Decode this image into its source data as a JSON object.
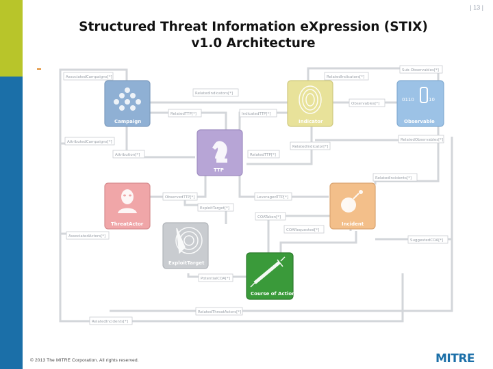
{
  "header": {
    "page_number": "| 13 |",
    "title_line1": "Structured Threat Information eXpression (STIX)",
    "title_line2": "v1.0 Architecture"
  },
  "footer": {
    "copyright": "© 2013 The MITRE Corporation. All rights reserved.",
    "logo_text": "MITRE"
  },
  "colors": {
    "campaign": "#8fb0d4",
    "indicator": "#e8e29a",
    "observable": "#9cc2e6",
    "ttp": "#b7a5d6",
    "threat_actor": "#f0a6a8",
    "incident": "#f3bf8a",
    "exploit_target": "#c9ccd0",
    "course_of_action": "#3a9a3a"
  },
  "nodes": {
    "campaign": "Campaign",
    "indicator": "Indicator",
    "observable": "Observable",
    "ttp": "TTP",
    "threat_actor": "ThreatActor",
    "incident": "Incident",
    "exploit_target": "ExploitTarget",
    "course_of_action": "Course of Action"
  },
  "labels": {
    "associated_campaigns": "AssociatedCampaigns[*]",
    "related_indicators_top": "RelatedIndicators[*]",
    "sub_observables": "Sub-Observables[*]",
    "related_indicators_mid": "RelatedIndicators[*]",
    "observables": "Observables[*]",
    "related_ttp_1": "RelatedTTP[*]",
    "indicated_ttp": "IndicatedTTP[*]",
    "attributed_campaigns": "AttributedCampaigns[*]",
    "related_observables": "RelatedObservables[*]",
    "related_indicator_low": "RelatedIndicator[*]",
    "attribution": "Attribution[*]",
    "related_ttp_2": "RelatedTTP[*]",
    "related_incidents": "RelatedIncidents[*]",
    "observed_ttp": "ObservedTTP[*]",
    "leveraged_ttp": "LeveragedTTP[*]",
    "exploit_target": "ExploitTarget[*]",
    "coa_taken": "COATaken[*]",
    "associated_actors": "AssociatedActors[*]",
    "coa_requested": "COARequested[*]",
    "suggested_coa": "SuggestedCOA[*]",
    "potential_coa": "PotentialCOA[*]",
    "related_threat_actors": "RelatedThreatActors[*]",
    "related_incidents_bottom": "RelatedIncidents[*]"
  }
}
